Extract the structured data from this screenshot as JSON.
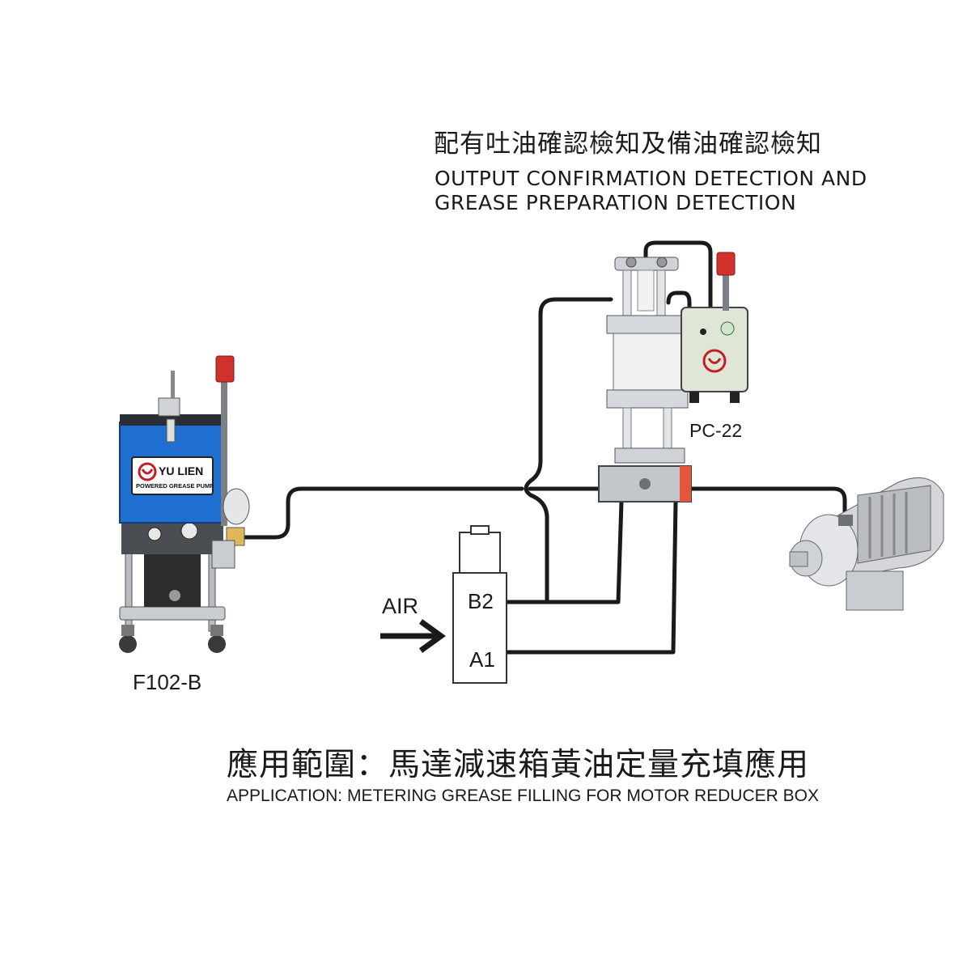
{
  "header": {
    "title_zh": "配有吐油確認檢知及備油確認檢知",
    "title_en_line1": "OUTPUT CONFIRMATION DETECTION AND",
    "title_en_line2": "GREASE PREPARATION DETECTION"
  },
  "pump": {
    "model": "F102-B",
    "brand": "YU LIEN",
    "brand_sub": "POWERED GREASE PUMP"
  },
  "controller": {
    "model": "PC-22"
  },
  "valve": {
    "air_label": "AIR",
    "port_b2": "B2",
    "port_a1": "A1"
  },
  "application": {
    "zh": "應用範圍：馬達減速箱黃油定量充填應用",
    "en": "APPLICATION: METERING GREASE FILLING FOR MOTOR REDUCER BOX"
  },
  "colors": {
    "pump_blue": "#1f6fd1",
    "line": "#1a1a1a",
    "lamp_red": "#d0312d",
    "panel_green": "#dfe6d8"
  }
}
